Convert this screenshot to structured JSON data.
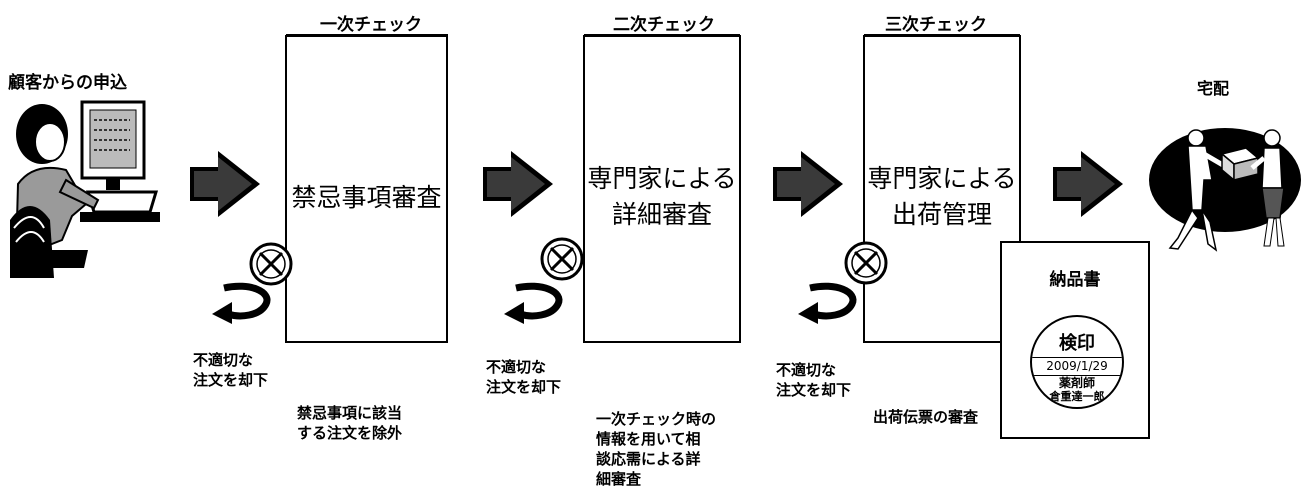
{
  "customer_label": "顧客からの申込",
  "delivery_label": "宅配",
  "stages": [
    {
      "title": "一次チェック",
      "box_text": "禁忌事項審査",
      "note": "禁忌事項に該当\nする注文を除外"
    },
    {
      "title": "二次チェック",
      "box_text": "専門家による\n詳細審査",
      "note": "一次チェック時の\n情報を用いて相\n談応需による詳\n細審査"
    },
    {
      "title": "三次チェック",
      "box_text": "専門家による\n出荷管理",
      "note": "出荷伝票の審査"
    }
  ],
  "reject_label": "不適切な\n注文を却下",
  "invoice": {
    "title": "納品書",
    "stamp_top": "検印",
    "stamp_date": "2009/1/29",
    "stamp_role": "薬剤師",
    "stamp_name": "倉重達一郎"
  }
}
